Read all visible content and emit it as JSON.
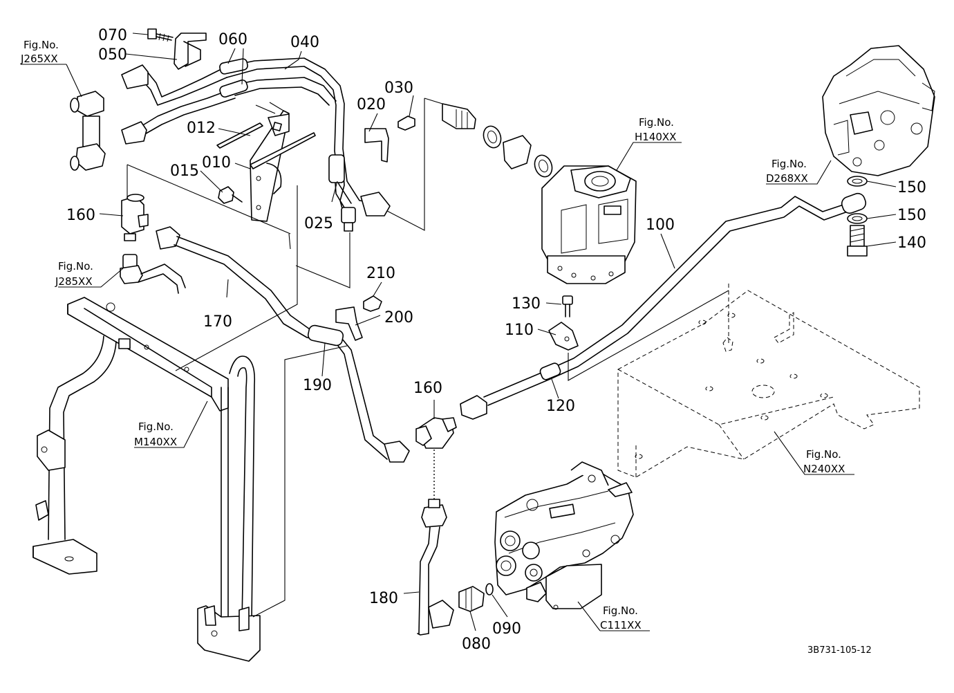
{
  "parts": {
    "p070": "070",
    "p050": "050",
    "p060": "060",
    "p040": "040",
    "p030": "030",
    "p020": "020",
    "p012": "012",
    "p010": "010",
    "p015": "015",
    "p025": "025",
    "p160_top": "160",
    "p170": "170",
    "p210": "210",
    "p200": "200",
    "p190": "190",
    "p130": "130",
    "p110": "110",
    "p120": "120",
    "p100": "100",
    "p150_a": "150",
    "p150_b": "150",
    "p140": "140",
    "p160_mid": "160",
    "p180": "180",
    "p080": "080",
    "p090": "090"
  },
  "figure_refs": {
    "j265": {
      "line1": "Fig.No.",
      "line2": "J265XX"
    },
    "h140": {
      "line1": "Fig.No.",
      "line2": "H140XX"
    },
    "d268": {
      "line1": "Fig.No.",
      "line2": "D268XX"
    },
    "j285": {
      "line1": "Fig.No.",
      "line2": "J285XX"
    },
    "m140": {
      "line1": "Fig.No.",
      "line2": "M140XX"
    },
    "n240": {
      "line1": "Fig.No.",
      "line2": "N240XX"
    },
    "c111": {
      "line1": "Fig.No.",
      "line2": "C111XX"
    }
  },
  "diagram_id": "3B731-105-12"
}
